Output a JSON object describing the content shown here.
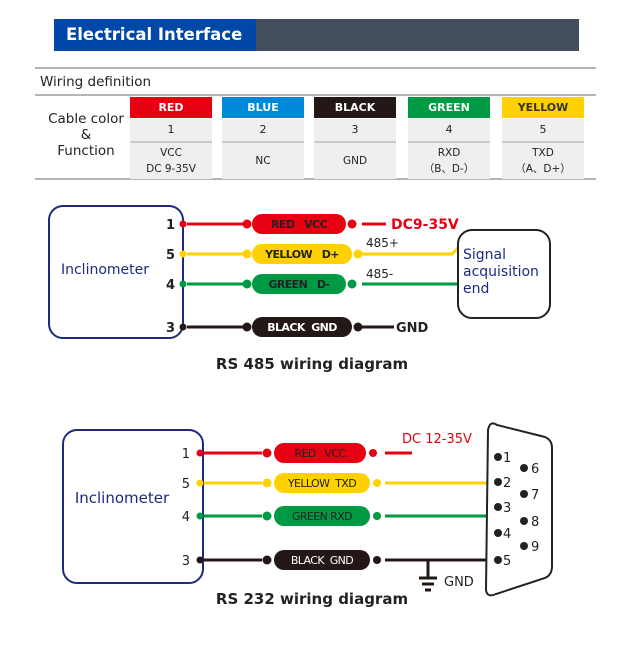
{
  "header": {
    "title": "Electrical Interface"
  },
  "wiring_definition": {
    "title": "Wiring definition",
    "row_label_line1": "Cable color",
    "row_label_line2": "&",
    "row_label_line3": "Function",
    "columns": [
      {
        "color_name": "RED",
        "color": "#e60012",
        "text_color": "#ffffff",
        "pin": "1",
        "function_line1": "VCC",
        "function_line2": "DC 9-35V"
      },
      {
        "color_name": "BLUE",
        "color": "#0088d6",
        "text_color": "#ffffff",
        "pin": "2",
        "function_line1": "NC",
        "function_line2": ""
      },
      {
        "color_name": "BLACK",
        "color": "#231815",
        "text_color": "#ffffff",
        "pin": "3",
        "function_line1": "GND",
        "function_line2": ""
      },
      {
        "color_name": "GREEN",
        "color": "#009944",
        "text_color": "#ffffff",
        "pin": "4",
        "function_line1": "RXD",
        "function_line2": "（B、D-）"
      },
      {
        "color_name": "YELLOW",
        "color": "#ffd100",
        "text_color": "#333333",
        "pin": "5",
        "function_line1": "TXD",
        "function_line2": "（A、D+）"
      }
    ]
  },
  "rs485": {
    "device_label": "Inclinometer",
    "wires": [
      {
        "pin": "1",
        "label": "RED   VCC",
        "color": "#e60012",
        "text_color": "#222222"
      },
      {
        "pin": "5",
        "label": "YELLOW   D+",
        "color": "#ffd100",
        "text_color": "#222222"
      },
      {
        "pin": "4",
        "label": "GREEN   D-",
        "color": "#009944",
        "text_color": "#222222"
      },
      {
        "pin": "3",
        "label": "BLACK  GND",
        "color": "#231815",
        "text_color": "#ffffff"
      }
    ],
    "supply_label": "DC9-35V",
    "plus_label": "485+",
    "minus_label": "485-",
    "gnd_label": "GND",
    "receiver_line1": "Signal",
    "receiver_line2": "acquisition",
    "receiver_line3": "end",
    "caption": "RS 485 wiring diagram"
  },
  "rs232": {
    "device_label": "Inclinometer",
    "wires": [
      {
        "pin": "1",
        "label": "RED   VCC",
        "color": "#e60012",
        "text_color": "#222222"
      },
      {
        "pin": "5",
        "label": "YELLOW  TXD",
        "color": "#ffd100",
        "text_color": "#222222"
      },
      {
        "pin": "4",
        "label": "GREEN RXD",
        "color": "#009944",
        "text_color": "#222222"
      },
      {
        "pin": "3",
        "label": "BLACK  GND",
        "color": "#231815",
        "text_color": "#ffffff"
      }
    ],
    "supply_label": "DC 12-35V",
    "gnd_label": "GND",
    "db9_pins": [
      "1",
      "2",
      "3",
      "4",
      "5",
      "6",
      "7",
      "8",
      "9"
    ],
    "caption": "RS 232 wiring diagram"
  }
}
